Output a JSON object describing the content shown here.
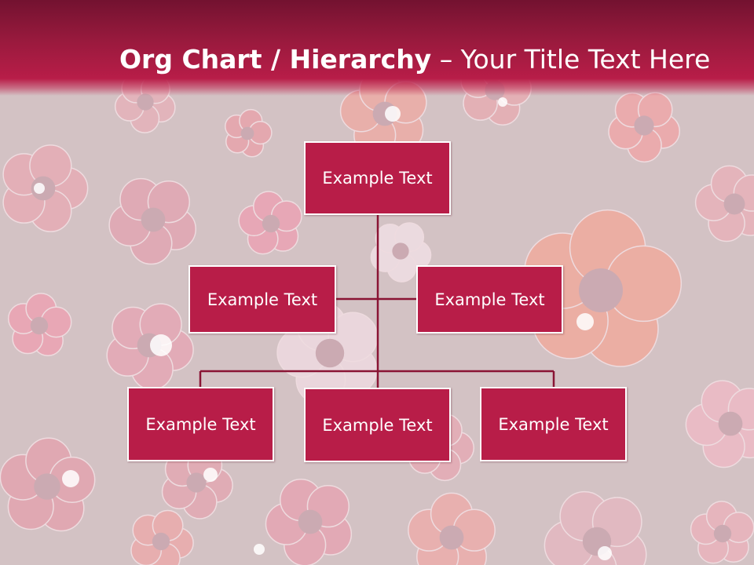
{
  "title": {
    "bold": "Org Chart / Hierarchy",
    "rest": " – Your Title Text Here"
  },
  "org_chart": {
    "root": "Example Text",
    "assistants": [
      "Example Text",
      "Example Text"
    ],
    "children": [
      "Example Text",
      "Example Text",
      "Example Text"
    ]
  },
  "colors": {
    "title_bar": "#9b1a3e",
    "node_fill": "#b81d48",
    "node_border": "#ffffff",
    "connector": "#8a1434",
    "background": "#d3c2c4"
  }
}
